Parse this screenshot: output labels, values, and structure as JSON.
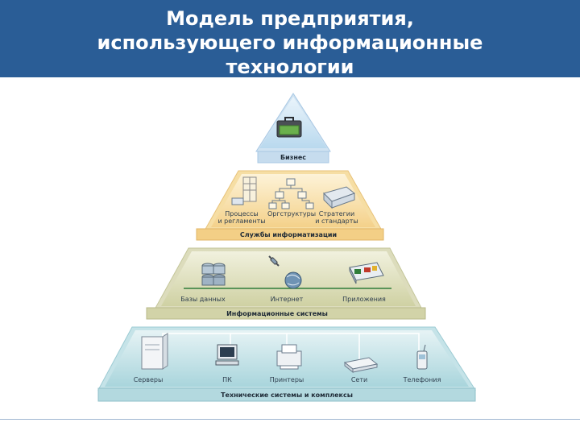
{
  "slide": {
    "title_lines": [
      "Модель предприятия,",
      "использующего информационные",
      "технологии"
    ]
  },
  "pyramid": {
    "tier1": {
      "band": "Бизнес",
      "items": []
    },
    "tier2": {
      "band": "Службы информатизации",
      "items": [
        {
          "line1": "Процессы",
          "line2": "и регламенты",
          "icon": "process-icon"
        },
        {
          "line1": "Оргструктуры",
          "line2": "",
          "icon": "org-chart-icon"
        },
        {
          "line1": "Стратегии",
          "line2": "и стандарты",
          "icon": "strategy-icon"
        }
      ]
    },
    "tier3": {
      "band": "Информационные системы",
      "items": [
        {
          "line1": "Базы данных",
          "icon": "database-icon"
        },
        {
          "line1": "Интернет",
          "icon": "globe-satellite-icon"
        },
        {
          "line1": "Приложения",
          "icon": "applications-icon"
        }
      ]
    },
    "tier4": {
      "band": "Технические системы и комплексы",
      "items": [
        {
          "line1": "Серверы",
          "icon": "server-icon"
        },
        {
          "line1": "ПК",
          "icon": "pc-icon"
        },
        {
          "line1": "Принтеры",
          "icon": "printer-icon"
        },
        {
          "line1": "Сети",
          "icon": "network-icon"
        },
        {
          "line1": "Телефония",
          "icon": "phone-icon"
        }
      ]
    }
  }
}
